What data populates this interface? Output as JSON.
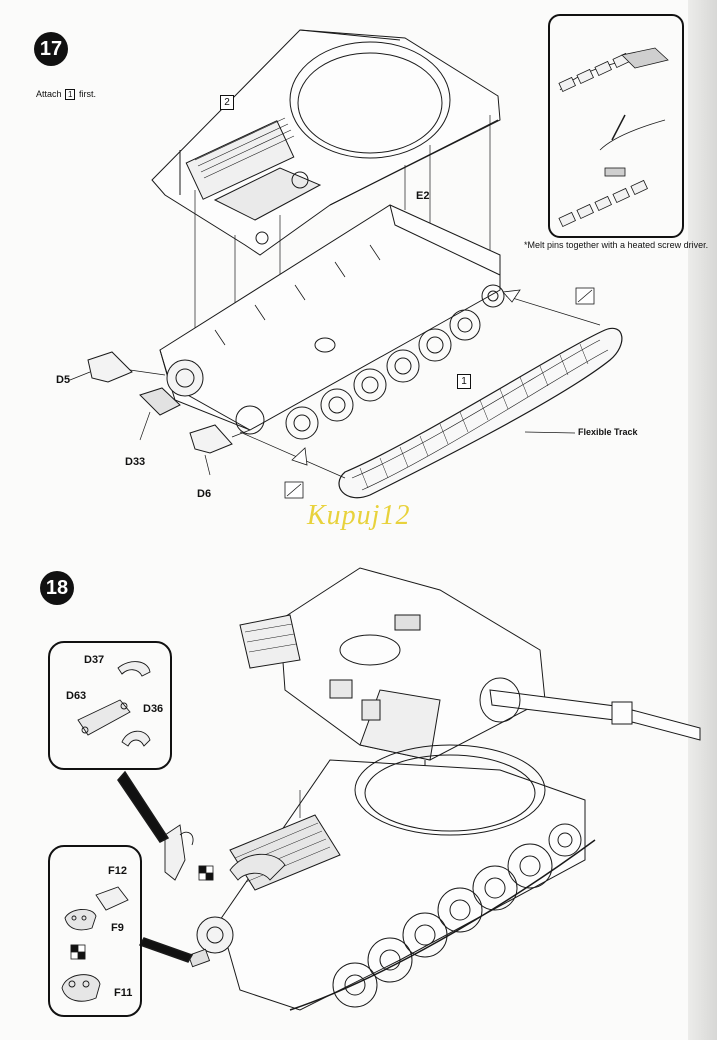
{
  "step17": {
    "number": "17",
    "instruction_prefix": "Attach",
    "instruction_part": "1",
    "instruction_suffix": "first.",
    "part_box_hull": "2",
    "part_box_track": "1",
    "labels": {
      "e2": "E2",
      "d5": "D5",
      "d33": "D33",
      "d6": "D6",
      "flexible_track": "Flexible Track"
    },
    "inset_note": "*Melt pins together with a heated screw driver."
  },
  "step18": {
    "number": "18",
    "labels": {
      "d37": "D37",
      "d63": "D63",
      "d36": "D36",
      "f12": "F12",
      "f9": "F9",
      "f11": "F11"
    }
  },
  "watermark": "Kupuj12"
}
